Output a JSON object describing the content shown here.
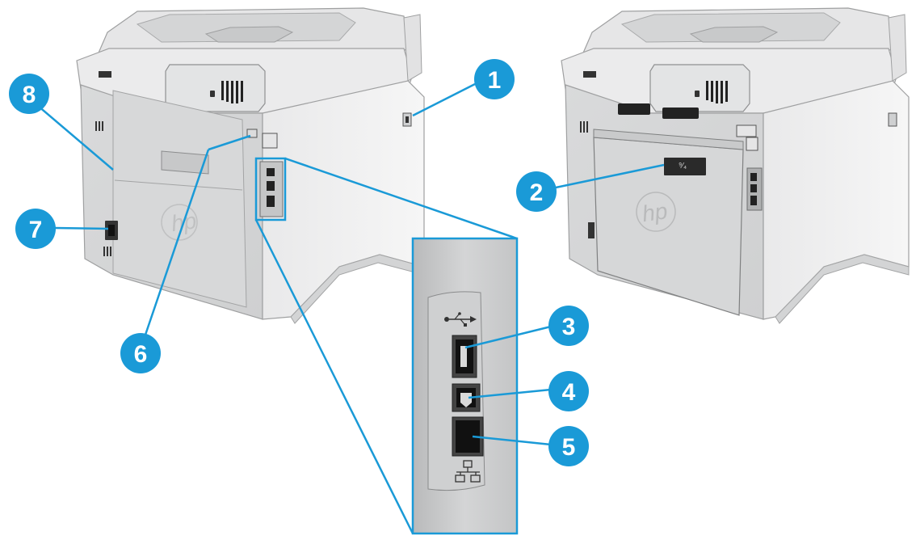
{
  "figure": {
    "accent_color": "#1a9ad7",
    "callouts": [
      {
        "id": "c1",
        "number": "1"
      },
      {
        "id": "c2",
        "number": "2"
      },
      {
        "id": "c3",
        "number": "3"
      },
      {
        "id": "c4",
        "number": "4"
      },
      {
        "id": "c5",
        "number": "5"
      },
      {
        "id": "c6",
        "number": "6"
      },
      {
        "id": "c7",
        "number": "7"
      },
      {
        "id": "c8",
        "number": "8"
      }
    ],
    "printers": {
      "left": {
        "logo": "hp"
      },
      "right": {
        "logo": "hp"
      }
    },
    "port_icons": [
      "usb-icon",
      "network-icon"
    ]
  }
}
